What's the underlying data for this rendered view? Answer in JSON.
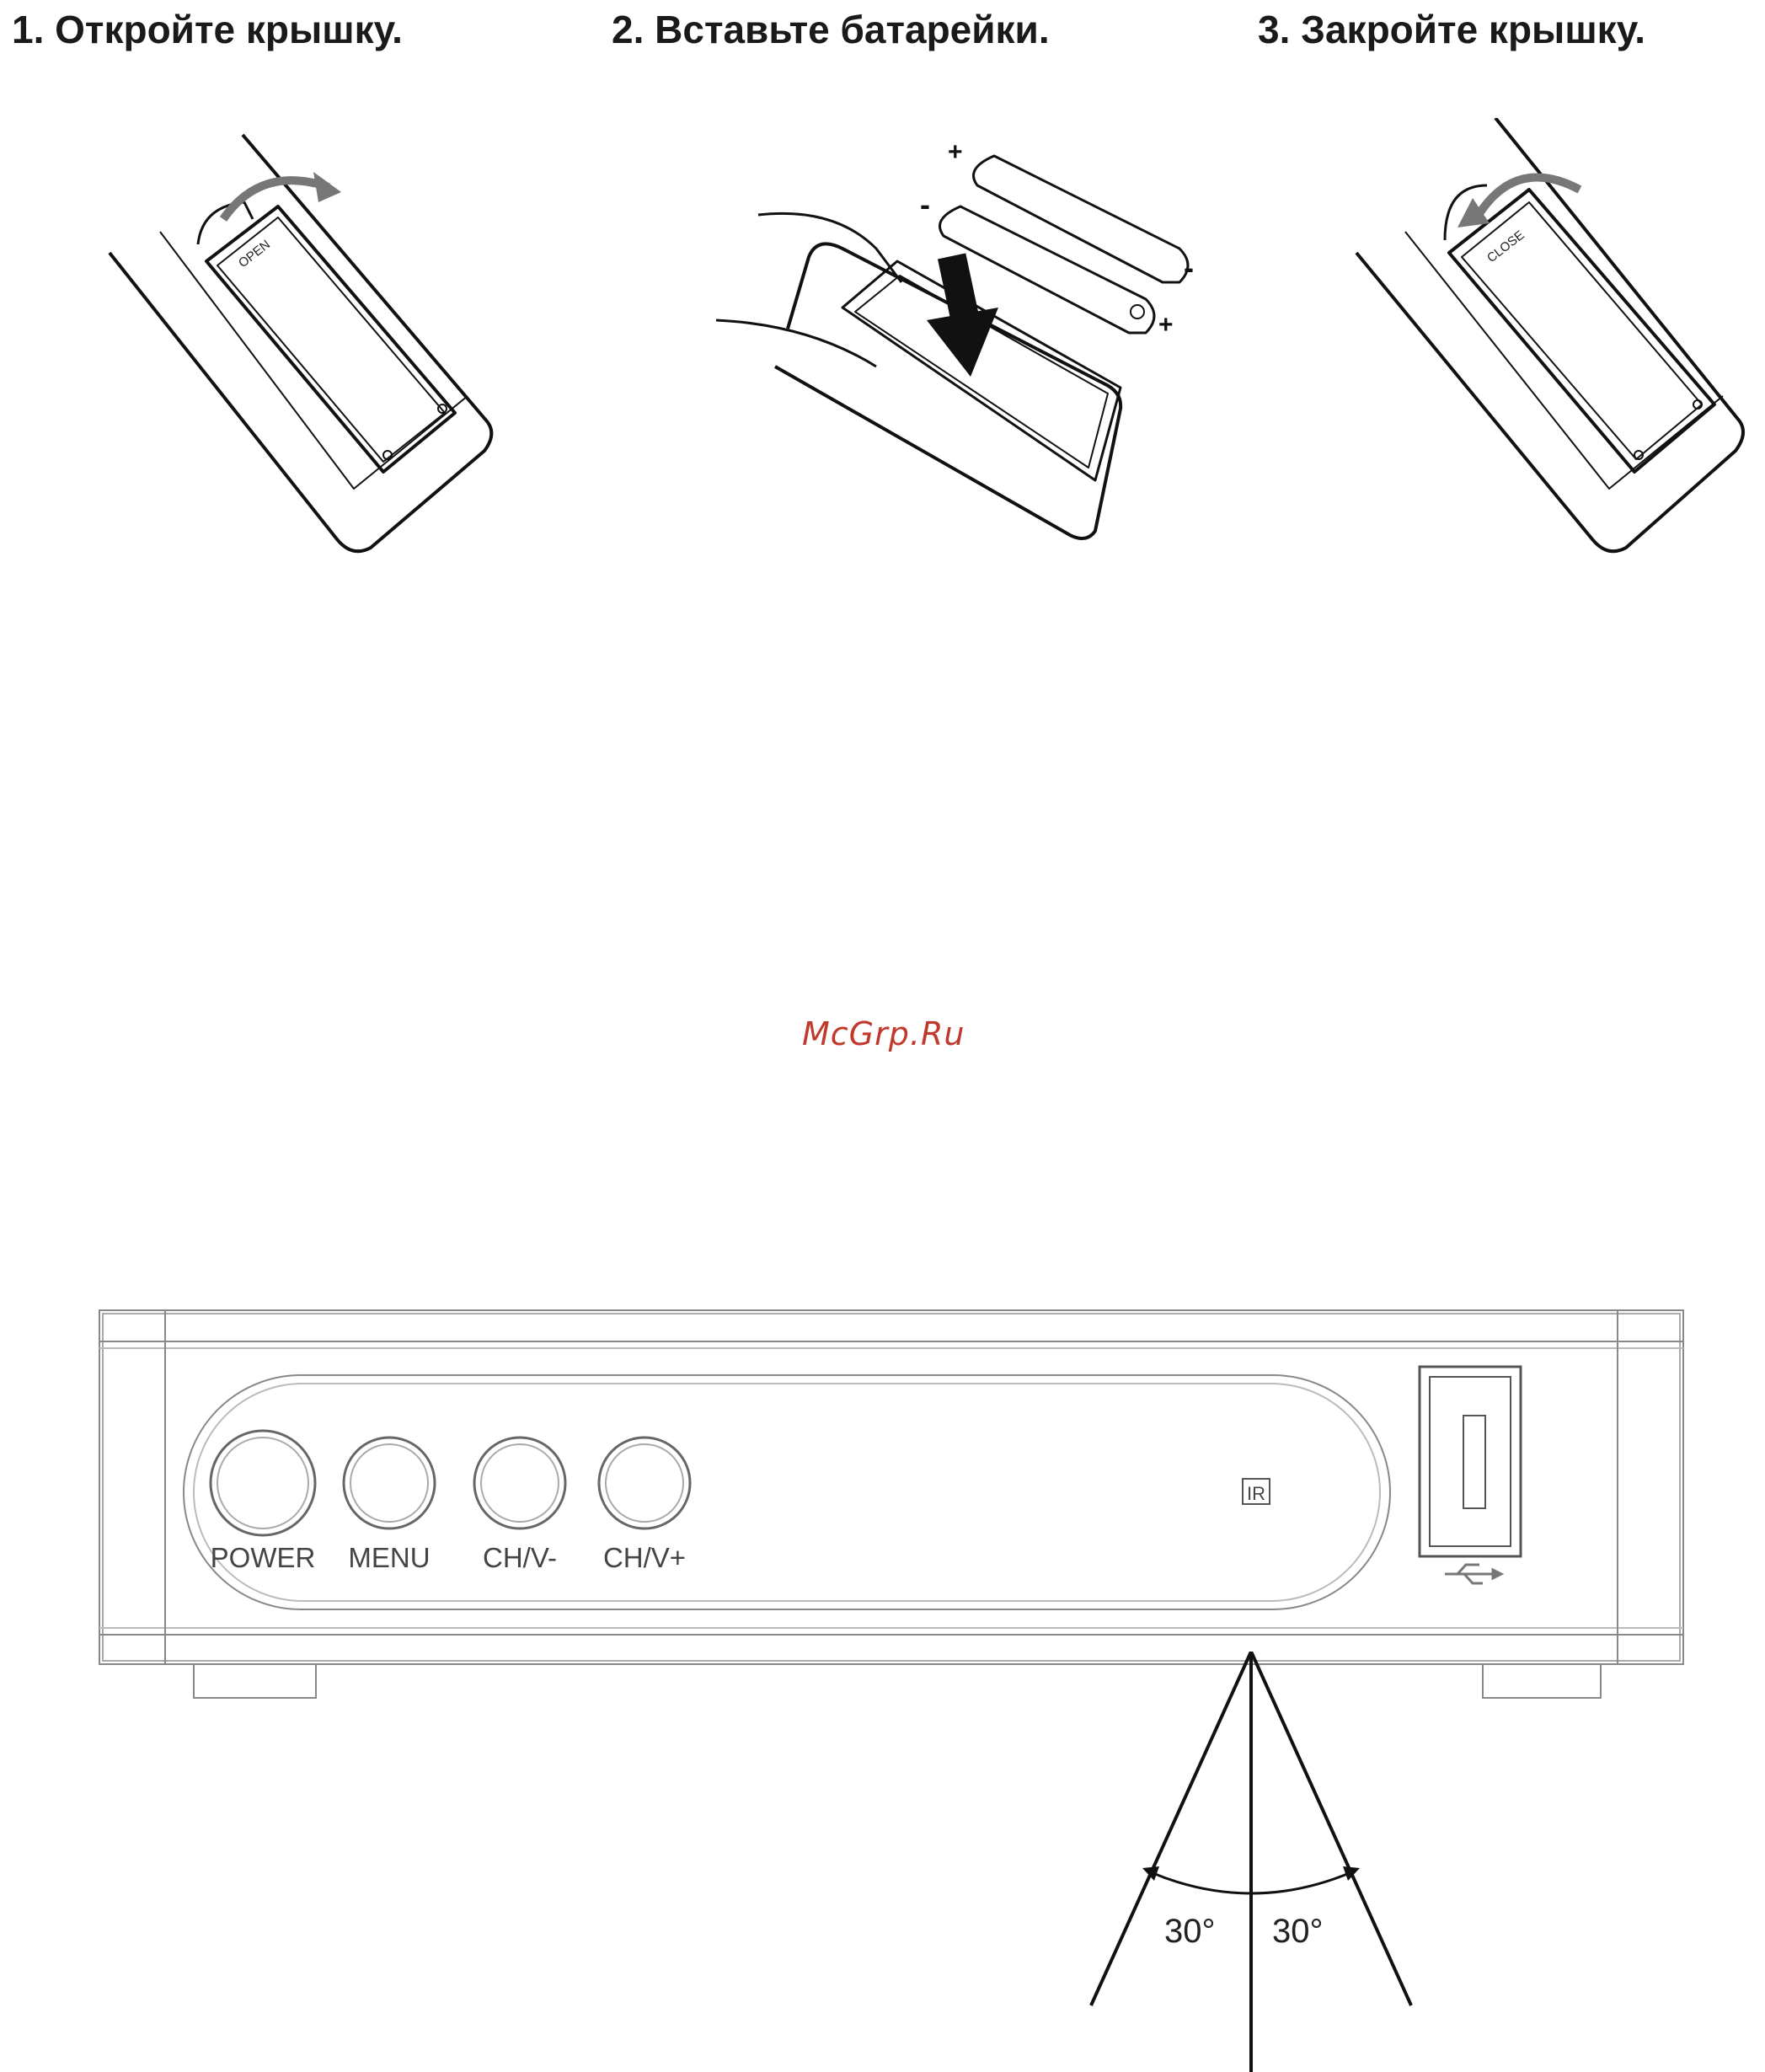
{
  "steps": [
    {
      "title": "1. Откройте крышку.",
      "cover_label": "OPEN"
    },
    {
      "title": "2. Вставьте батарейки.",
      "polarity_plus": "+",
      "polarity_minus": "-"
    },
    {
      "title": "3. Закройте крышку.",
      "cover_label": "CLOSE"
    }
  ],
  "watermark": "McGrp.Ru",
  "receiver": {
    "buttons": [
      "POWER",
      "MENU",
      "CH/V-",
      "CH/V+"
    ],
    "ir_label": "IR",
    "usb_icon": "usb-icon"
  },
  "angles": {
    "left": "30°",
    "right": "30°"
  }
}
